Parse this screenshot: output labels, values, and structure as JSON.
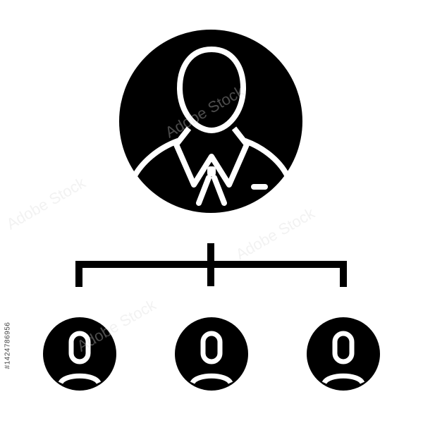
{
  "icon": {
    "name": "organization-hierarchy-icon",
    "description_icon_names": [
      "manager-avatar-icon",
      "employee-avatar-icon",
      "connector-lines"
    ],
    "fill_color": "#000000",
    "background_color": "#ffffff",
    "subordinate_count": 3
  },
  "stock_id": "#1424786956",
  "watermark_text": "Adobe Stock"
}
